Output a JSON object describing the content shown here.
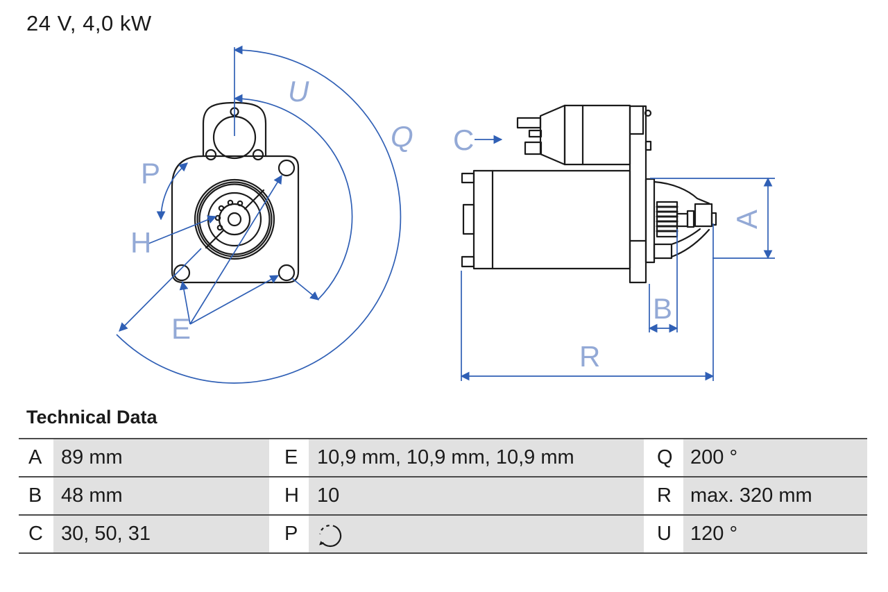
{
  "title": "24 V, 4,0 kW",
  "section": {
    "heading": "Technical Data"
  },
  "table": {
    "rows": [
      [
        {
          "key": "A",
          "value": "89 mm"
        },
        {
          "key": "E",
          "value": "10,9 mm, 10,9 mm, 10,9 mm"
        },
        {
          "key": "Q",
          "value": "200 °"
        }
      ],
      [
        {
          "key": "B",
          "value": "48 mm"
        },
        {
          "key": "H",
          "value": "10"
        },
        {
          "key": "R",
          "value": "max. 320 mm"
        }
      ],
      [
        {
          "key": "C",
          "value": "30, 50, 31"
        },
        {
          "key": "P",
          "value": "",
          "icon": "rotation-direction-icon"
        },
        {
          "key": "U",
          "value": "120 °"
        }
      ]
    ]
  },
  "diagram": {
    "labels": {
      "U": "U",
      "Q": "Q",
      "P": "P",
      "H": "H",
      "E": "E",
      "C": "C",
      "A": "A",
      "B": "B",
      "R": "R"
    },
    "colors": {
      "dimension_line": "#2f5fb5",
      "dimension_label": "#93a9d6",
      "drawing_line": "#1a1a1a",
      "table_value_bg": "#e1e1e1",
      "table_border": "#4a4a4a"
    }
  }
}
